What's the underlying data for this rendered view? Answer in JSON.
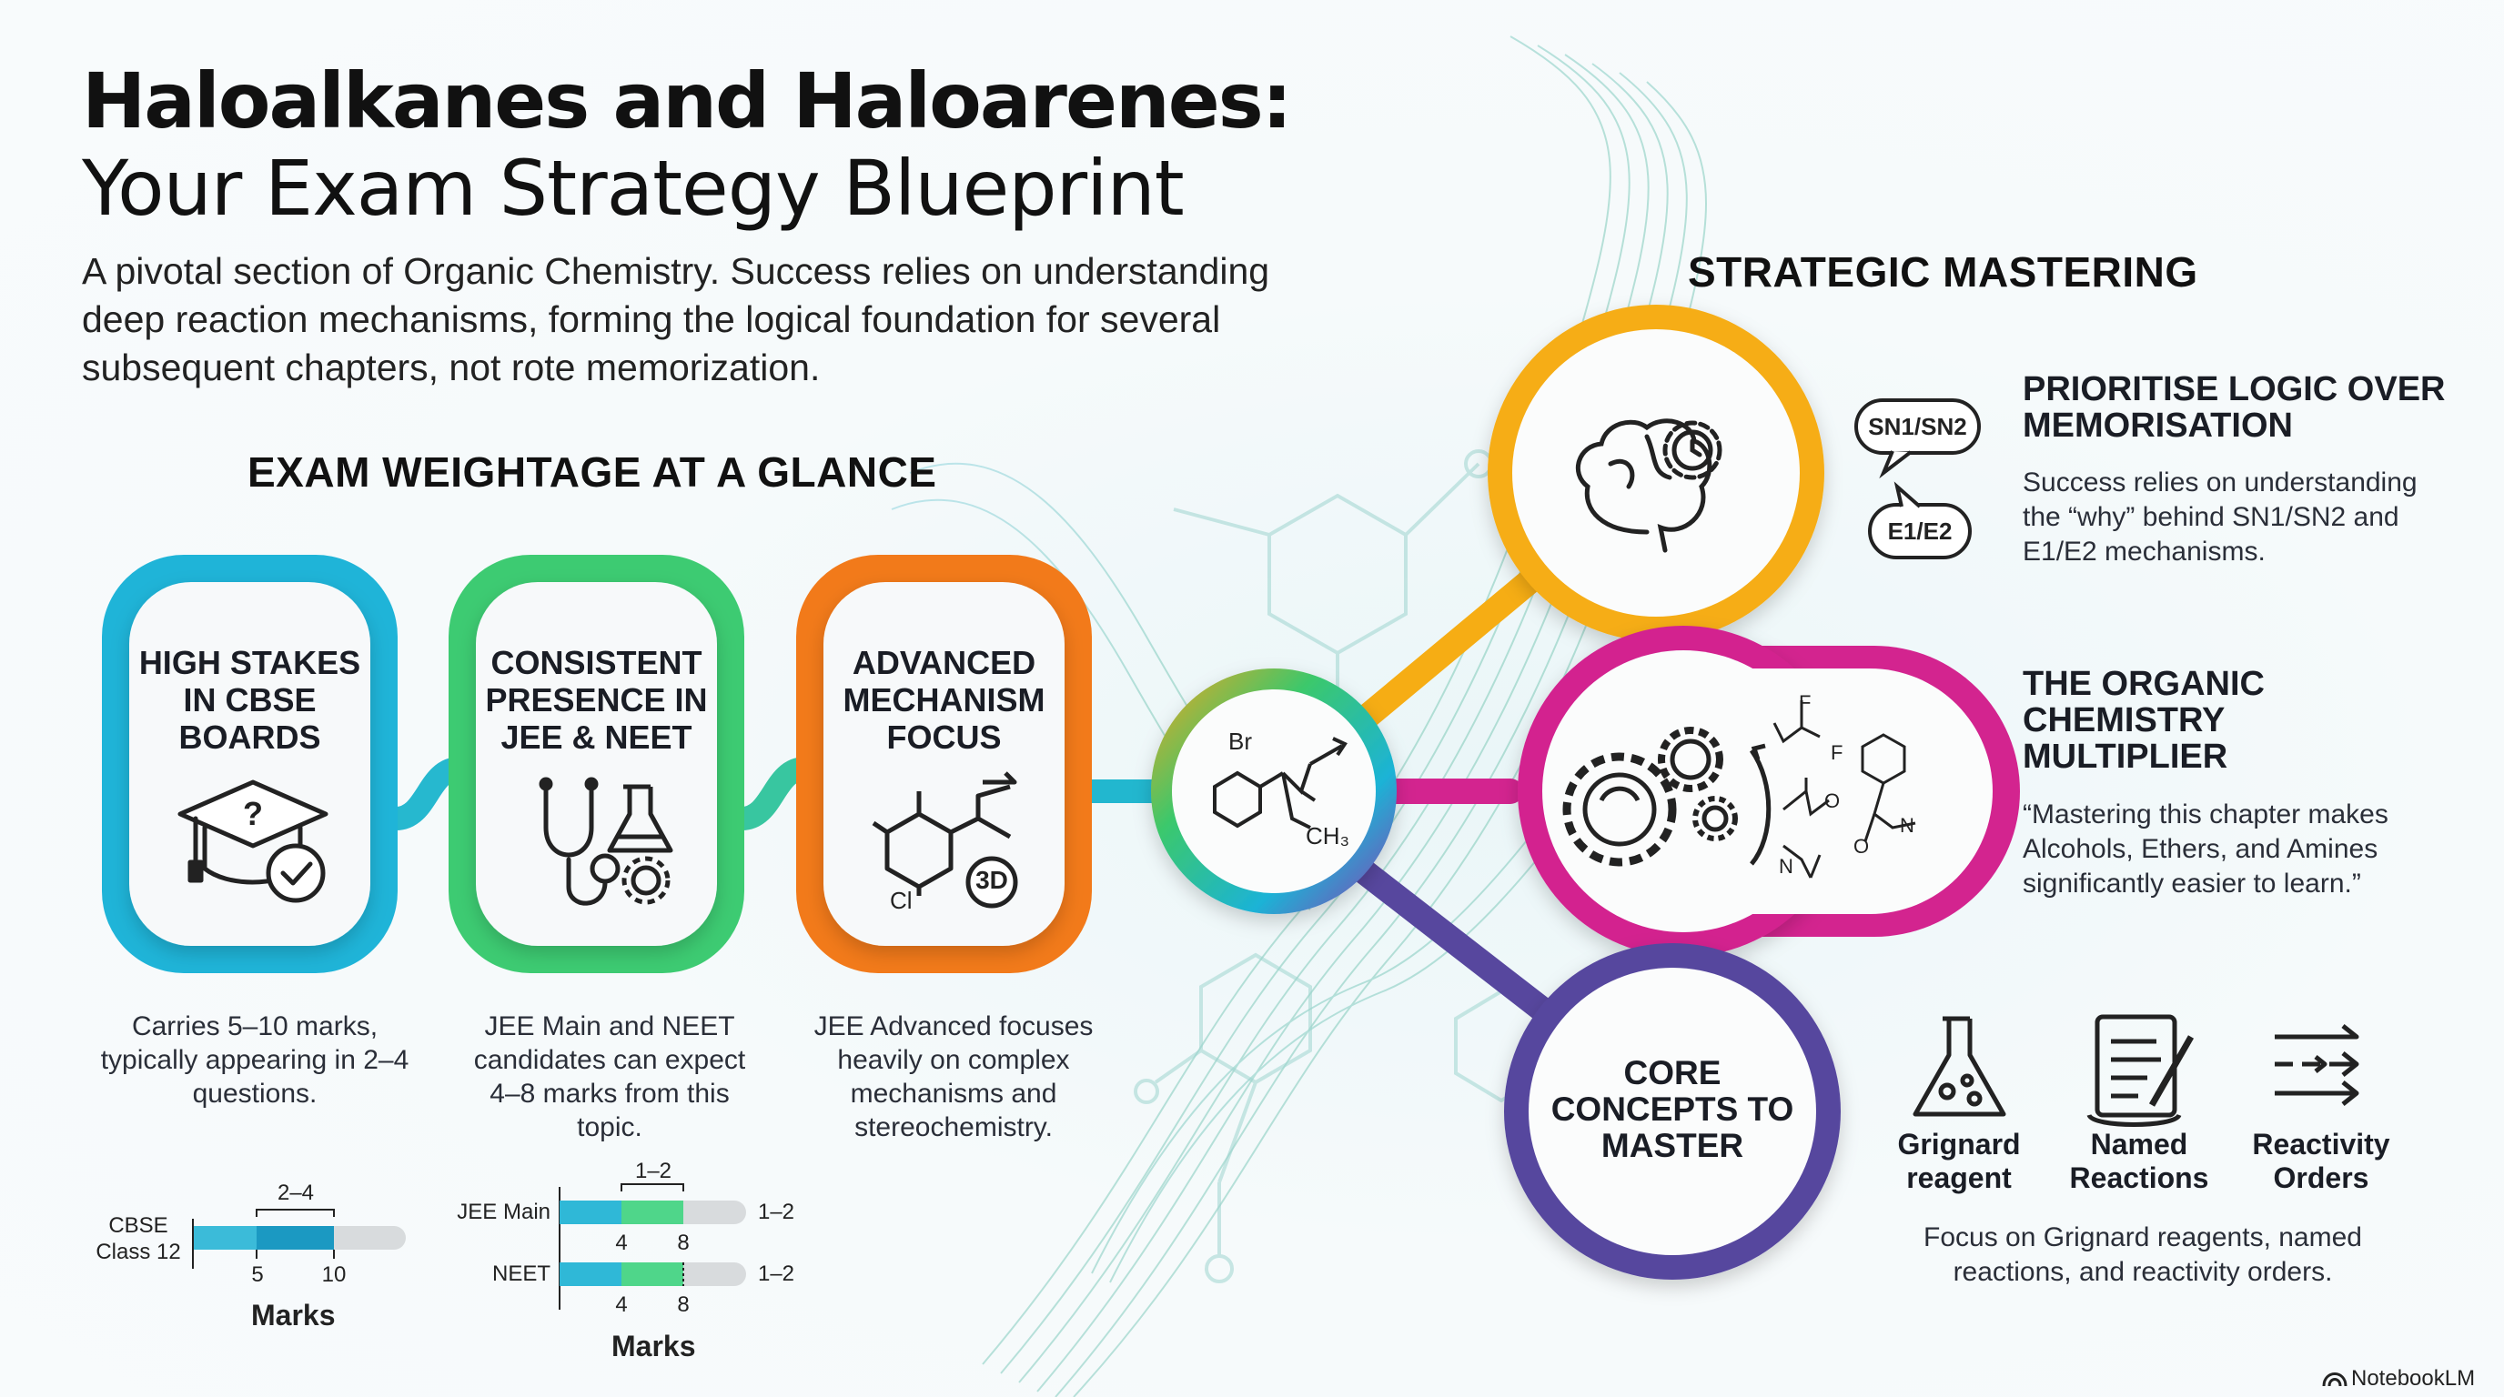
{
  "title_line1": "Haloalkanes and Haloarenes:",
  "title_line2": "Your Exam Strategy Blueprint",
  "intro": "A pivotal section of Organic Chemistry. Success relies on understanding deep reaction mechanisms, forming the logical foundation for several subsequent chapters, not rote memorization.",
  "weightage": {
    "heading": "EXAM WEIGHTAGE AT A GLANCE",
    "cards": [
      {
        "label": "HIGH STAKES IN CBSE BOARDS",
        "desc": "Carries 5–10 marks, typically appearing in 2–4 questions.",
        "color": "#1fb4d8"
      },
      {
        "label": "CONSISTENT PRESENCE IN JEE & NEET",
        "desc": "JEE Main and NEET candidates can expect 4–8 marks from this topic.",
        "color": "#3dcb72"
      },
      {
        "label": "ADVANCED MECHANISM FOCUS",
        "desc": "JEE Advanced focuses heavily on complex mechanisms and stereochemistry.",
        "color": "#f27a1a"
      }
    ],
    "cbse_chart": {
      "row_label_1": "CBSE",
      "row_label_2": "Class 12",
      "top_label": "2–4",
      "tick_a": "5",
      "tick_b": "10",
      "axis": "Marks"
    },
    "jee_chart": {
      "rows": [
        {
          "label": "JEE Main",
          "top": "1–2",
          "right": "1–2",
          "tick_a": "4",
          "tick_b": "8"
        },
        {
          "label": "NEET",
          "right": "1–2",
          "tick_a": "4",
          "tick_b": "8"
        }
      ],
      "axis": "Marks"
    },
    "icon_3d": "3D",
    "icon_cl": "Cl"
  },
  "center_molecule": {
    "br": "Br",
    "ch3": "CH₃"
  },
  "strategic": {
    "heading": "STRATEGIC MASTERING",
    "bubble_1": "SN1/SN2",
    "bubble_2": "E1/E2",
    "items": [
      {
        "title": "PRIORITISE LOGIC OVER MEMORISATION",
        "desc": "Success relies on understanding the “why” behind SN1/SN2 and E1/E2 mechanisms.",
        "color": "#f6ad14"
      },
      {
        "title": "THE ORGANIC CHEMISTRY MULTIPLIER",
        "desc": "“Mastering this chapter makes Alcohols, Ethers, and Amines significantly easier to learn.”",
        "color": "#d3248f"
      },
      {
        "title": "CORE CONCEPTS TO MASTER",
        "color": "#57479e"
      }
    ],
    "mol_labels": {
      "f1": "F",
      "f2": "F",
      "o1": "O",
      "o2": "O",
      "n1": "N",
      "n2": "N"
    },
    "core_items": [
      "Grignard reagent",
      "Named Reactions",
      "Reactivity Orders"
    ],
    "core_desc": "Focus on Grignard reagents, named reactions, and reactivity orders."
  },
  "brand": "NotebookLM"
}
